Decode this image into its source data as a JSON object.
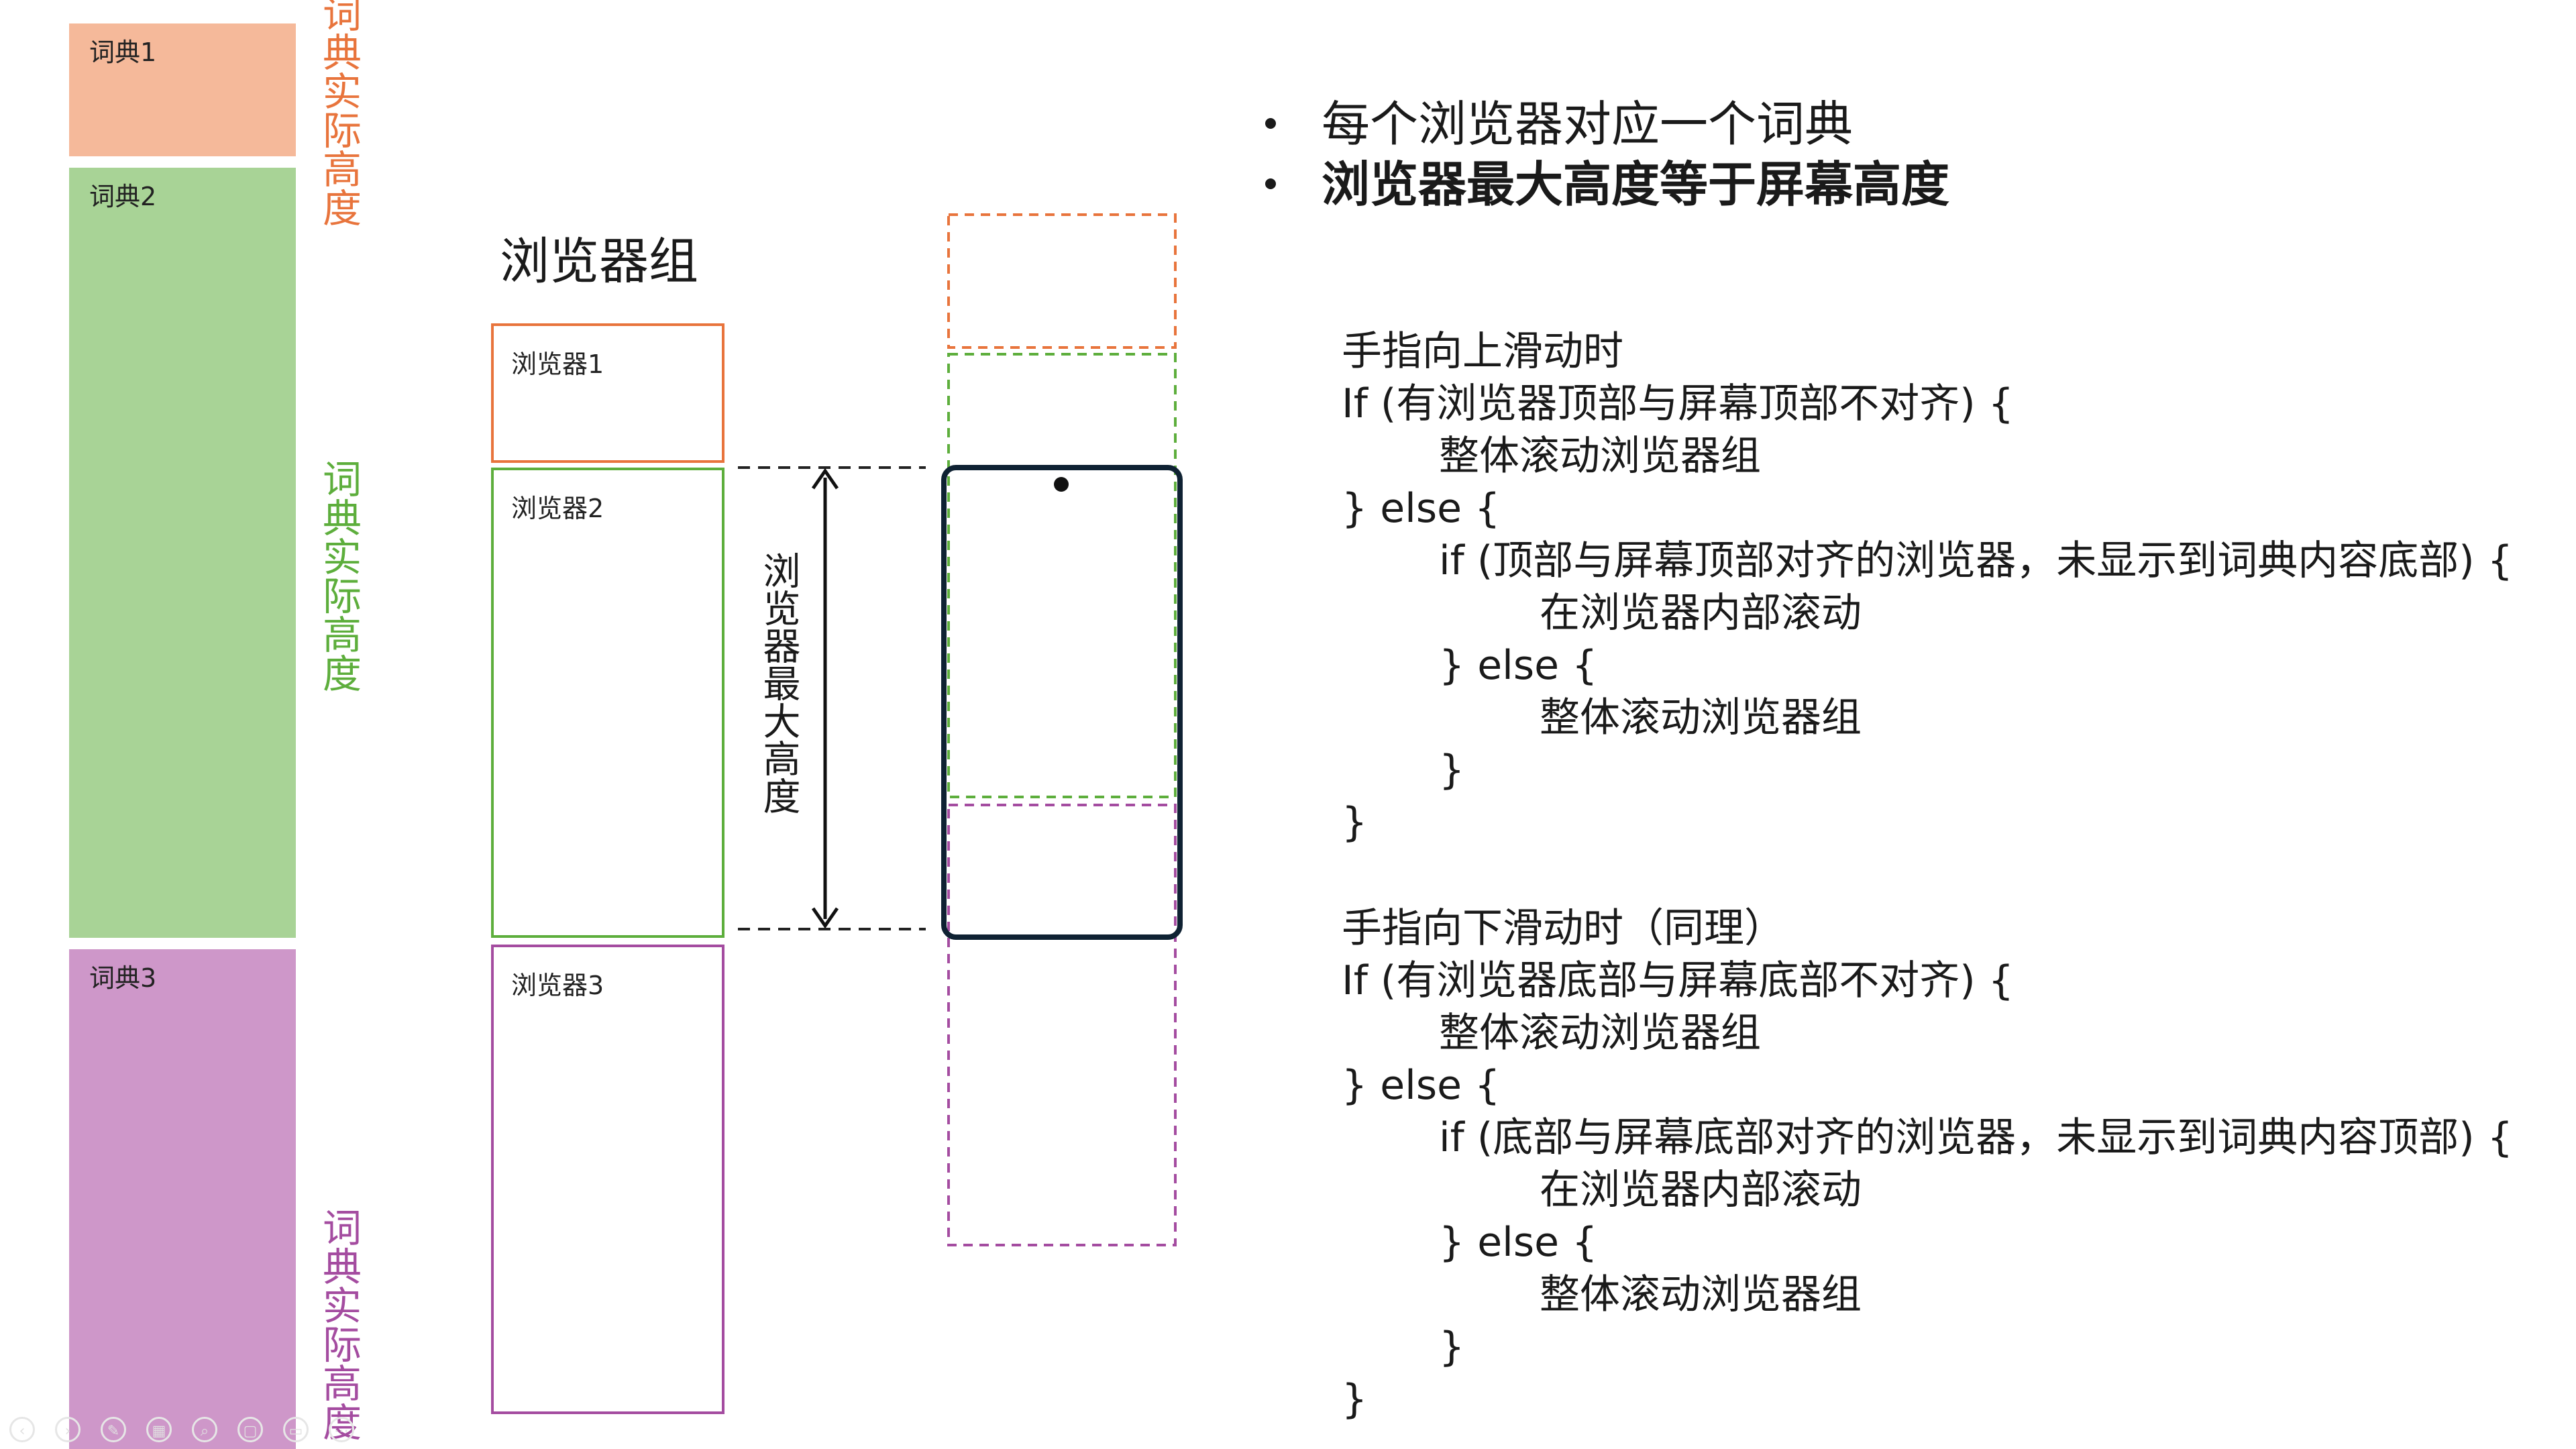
{
  "dictionaries": [
    {
      "label": "词典1",
      "color": "#F5B99A"
    },
    {
      "label": "词典2",
      "color": "#A8D396"
    },
    {
      "label": "词典3",
      "color": "#CE97C9"
    }
  ],
  "height_labels": [
    {
      "text": "词典实际高度",
      "color": "#E8743C"
    },
    {
      "text": "词典实际高度",
      "color": "#5DAE3C"
    },
    {
      "text": "词典实际高度",
      "color": "#A44CA0"
    }
  ],
  "browser_group": {
    "title": "浏览器组",
    "browsers": [
      {
        "label": "浏览器1",
        "border_color": "#E8743C"
      },
      {
        "label": "浏览器2",
        "border_color": "#5DAE3C"
      },
      {
        "label": "浏览器3",
        "border_color": "#A44CA0"
      }
    ]
  },
  "max_height_label": "浏览器最大高度",
  "bullets": [
    {
      "text": "每个浏览器对应一个词典",
      "bold": false
    },
    {
      "text": "浏览器最大高度等于屏幕高度",
      "bold": true
    }
  ],
  "scroll_up": {
    "lines": [
      "手指向上滑动时",
      "If (有浏览器顶部与屏幕顶部不对齐) {",
      "整体滚动浏览器组",
      "} else {",
      "if (顶部与屏幕顶部对齐的浏览器，未显示到词典内容底部) {",
      "在浏览器内部滚动",
      "} else {",
      "整体滚动浏览器组",
      "}",
      "}"
    ]
  },
  "scroll_down": {
    "lines": [
      "手指向下滑动时（同理）",
      "If (有浏览器底部与屏幕底部不对齐) {",
      "整体滚动浏览器组",
      "} else {",
      "if (底部与屏幕底部对齐的浏览器，未显示到词典内容顶部) {",
      "在浏览器内部滚动",
      "} else {",
      "整体滚动浏览器组",
      "}",
      "}"
    ]
  },
  "phone_frame_color": "#0F2233",
  "toolbar_icons": [
    "prev-icon",
    "next-icon",
    "pen-icon",
    "grid-icon",
    "zoom-icon",
    "screen-icon",
    "subtitle-icon",
    "more-icon"
  ]
}
